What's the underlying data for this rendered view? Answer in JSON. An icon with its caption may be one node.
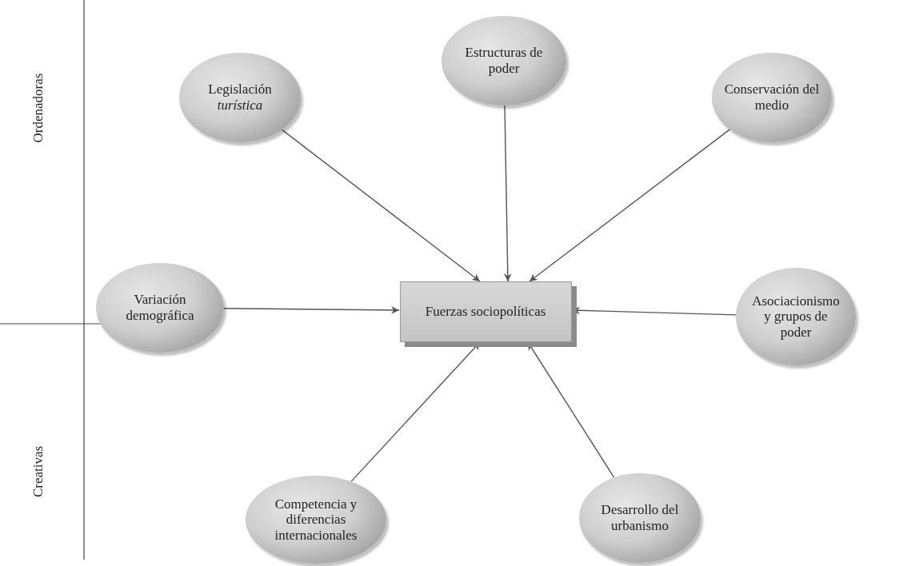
{
  "diagram": {
    "nodes": [
      {
        "text": [
          "Legislación *turística*"
        ]
      },
      {
        "text": [
          "Estructuras de poder"
        ]
      },
      {
        "text": [
          "Conservación del medio"
        ]
      },
      {
        "text": [
          "Variación demográfica"
        ]
      },
      {
        "text": [
          "Fuerzas sociopolíticas"
        ]
      },
      {
        "text": [
          "Asociacionismo y grupos de poder"
        ]
      },
      {
        "text": [
          "Competencia y diferencias internacionales"
        ]
      },
      {
        "text": [
          "Desarrollo del urbanismo"
        ]
      }
    ],
    "edges": [
      {
        "from": 0,
        "to": 4,
        "arrow": "to"
      },
      {
        "from": 1,
        "to": 4,
        "arrow": "to"
      },
      {
        "from": 2,
        "to": 4,
        "arrow": "to"
      },
      {
        "from": 3,
        "to": 4,
        "arrow": "to"
      },
      {
        "from": 5,
        "to": 4,
        "arrow": "to"
      },
      {
        "from": 6,
        "to": 4,
        "arrow": "to"
      },
      {
        "from": 7,
        "to": 4,
        "arrow": "to"
      }
    ],
    "labels": [
      "Ordenadoras",
      "Creativas"
    ]
  }
}
